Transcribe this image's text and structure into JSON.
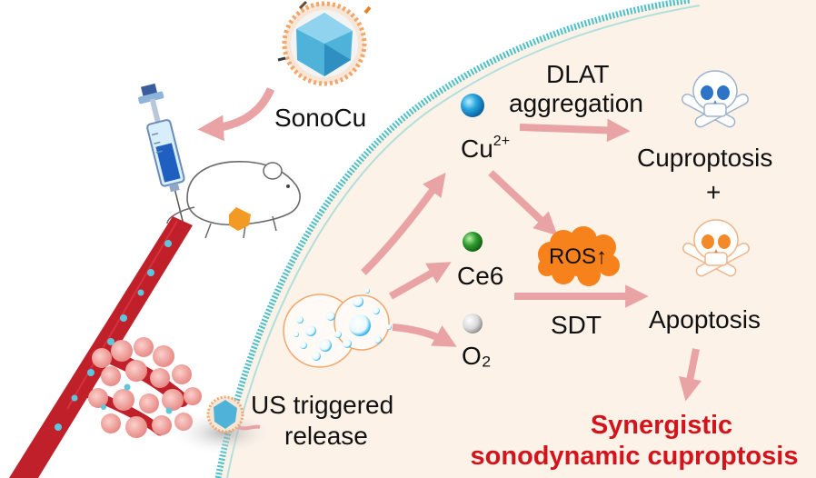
{
  "labels": {
    "sonocu": "SonoCu",
    "dlat_line1": "DLAT",
    "dlat_line2": "aggregation",
    "cu": "Cu",
    "cu_charge": "2+",
    "cuproptosis": "Cuproptosis",
    "plus": "+",
    "ros": "ROS↑",
    "ce6": "Ce6",
    "sdt": "SDT",
    "apoptosis": "Apoptosis",
    "o2": "O₂",
    "us_line1": "US triggered",
    "us_line2": "release",
    "result_line1": "Synergistic",
    "result_line2": "sonodynamic cuproptosis"
  },
  "colors": {
    "cell_fill": "#fdf2e8",
    "membrane": "#4cc0c8",
    "arrow": "#e9a3a5",
    "vessel": "#c0202a",
    "ros_cloud": "#f7821c",
    "result_text": "#d4141c"
  },
  "icons": [
    "syringe-icon",
    "mouse-icon",
    "nanoparticle-icon",
    "skull-icon",
    "blood-vessel-icon",
    "tumor-icon"
  ]
}
